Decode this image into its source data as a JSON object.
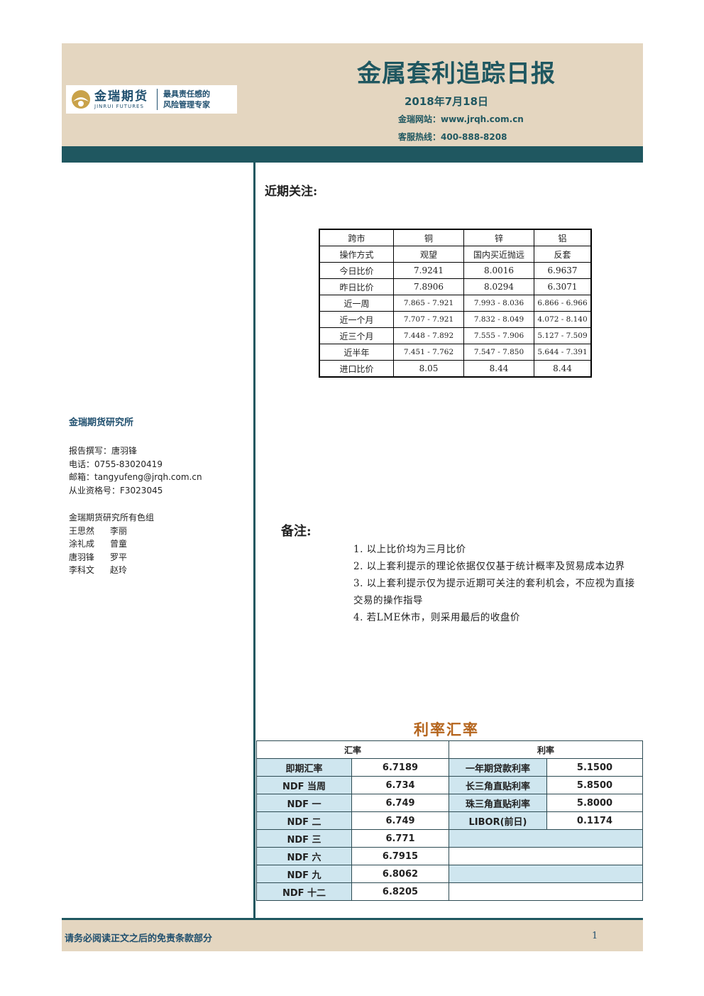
{
  "header": {
    "title": "金属套利追踪日报",
    "date": "2018年7月18日",
    "website": "金瑞网站：www.jrqh.com.cn",
    "hotline": "客服热线：400-888-8208",
    "logo_cn": "金瑞期货",
    "logo_en": "JINRUI FUTURES",
    "logo_slogan_1": "最具责任感的",
    "logo_slogan_2": "风险管理专家"
  },
  "sidebar": {
    "institute": "金瑞期货研究所",
    "contact": [
      "报告撰写：唐羽锋",
      "电话：0755-83020419",
      "邮箱：tangyufeng@jrqh.com.cn",
      "从业资格号：F3023045"
    ],
    "team_title": "金瑞期货研究所有色组",
    "team": [
      [
        "王思然",
        "李丽"
      ],
      [
        "涂礼成",
        "曾童"
      ],
      [
        "唐羽锋",
        "罗平"
      ],
      [
        "李科文",
        "赵玲"
      ]
    ]
  },
  "focus": {
    "title": "近期关注:",
    "table": [
      [
        "跨市",
        "铜",
        "锌",
        "铝"
      ],
      [
        "操作方式",
        "观望",
        "国内买近抛远",
        "反套"
      ],
      [
        "今日比价",
        "7.9241",
        "8.0016",
        "6.9637"
      ],
      [
        "昨日比价",
        "7.8906",
        "8.0294",
        "6.3071"
      ],
      [
        "近一周",
        "7.865 - 7.921",
        "7.993 - 8.036",
        "6.866 - 6.966"
      ],
      [
        "近一个月",
        "7.707 - 7.921",
        "7.832 - 8.049",
        "4.072 - 8.140"
      ],
      [
        "近三个月",
        "7.448 - 7.892",
        "7.555 - 7.906",
        "5.127 - 7.509"
      ],
      [
        "近半年",
        "7.451 - 7.762",
        "7.547 - 7.850",
        "5.644 - 7.391"
      ],
      [
        "进口比价",
        "8.05",
        "8.44",
        "8.44"
      ]
    ]
  },
  "notes": {
    "title": "备注:",
    "items": [
      "1. 以上比价均为三月比价",
      "2. 以上套利提示的理论依据仅仅基于统计概率及贸易成本边界",
      "3. 以上套利提示仅为提示近期可关注的套利机会，不应视为直接交易的操作指导",
      "4. 若LME休市，则采用最后的收盘价"
    ]
  },
  "rates": {
    "title": "利率汇率",
    "fx_header": "汇率",
    "ir_header": "利率",
    "rows": [
      {
        "fx_label": "即期汇率",
        "fx_value": "6.7189",
        "ir_label": "一年期贷款利率",
        "ir_value": "5.1500"
      },
      {
        "fx_label": "NDF 当周",
        "fx_value": "6.734",
        "ir_label": "长三角直贴利率",
        "ir_value": "5.8500"
      },
      {
        "fx_label": "NDF 一",
        "fx_value": "6.749",
        "ir_label": "珠三角直贴利率",
        "ir_value": "5.8000"
      },
      {
        "fx_label": "NDF 二",
        "fx_value": "6.749",
        "ir_label": "LIBOR(前日)",
        "ir_value": "0.1174"
      },
      {
        "fx_label": "NDF 三",
        "fx_value": "6.771",
        "ir_label": "",
        "ir_value": ""
      },
      {
        "fx_label": "NDF 六",
        "fx_value": "6.7915",
        "ir_label": "",
        "ir_value": ""
      },
      {
        "fx_label": "NDF 九",
        "fx_value": "6.8062",
        "ir_label": "",
        "ir_value": ""
      },
      {
        "fx_label": "NDF 十二",
        "fx_value": "6.8205",
        "ir_label": "",
        "ir_value": ""
      }
    ]
  },
  "footer": {
    "disclaimer": "请务必阅读正文之后的免责条款部分",
    "page": "1"
  },
  "colors": {
    "brand": "#1f5760",
    "header_bg": "#e4d6c0",
    "accent": "#b5651d",
    "cell_blue": "#cfe6ef"
  }
}
